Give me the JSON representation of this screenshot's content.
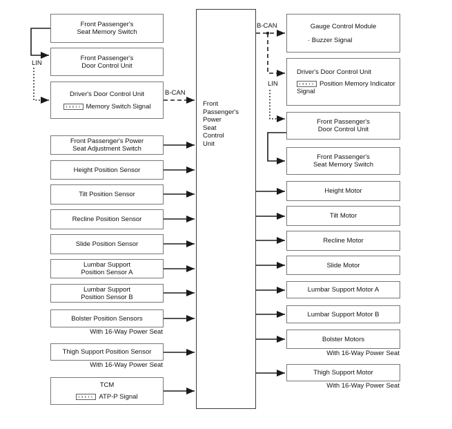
{
  "colors": {
    "background": "#ffffff",
    "wire": "#1a1a1a",
    "box_border": "#767676",
    "center_border": "#3c3c3c",
    "text": "#111111"
  },
  "center_unit": {
    "lines": [
      "Front",
      "Passenger's",
      "Power",
      "Seat",
      "Control",
      "Unit"
    ]
  },
  "bus_labels": {
    "lin_left": "LIN",
    "bcan_left": "B-CAN",
    "bcan_right": "B-CAN",
    "lin_right": "LIN"
  },
  "left": [
    {
      "l1": "Front Passenger's",
      "l2": "Seat Memory Switch"
    },
    {
      "l1": "Front Passenger's",
      "l2": "Door Control Unit"
    },
    {
      "l1": "Driver's Door Control Unit",
      "signal": "Memory Switch Signal"
    },
    {
      "l1": "Front Passenger's Power",
      "l2": "Seat Adjustment Switch"
    },
    {
      "l1": "Height Position Sensor"
    },
    {
      "l1": "Tilt Position Sensor"
    },
    {
      "l1": "Recline Position Sensor"
    },
    {
      "l1": "Slide Position Sensor"
    },
    {
      "l1": "Lumbar Support",
      "l2": "Position Sensor A"
    },
    {
      "l1": "Lumbar Support",
      "l2": "Position Sensor B"
    },
    {
      "l1": "Bolster Position Sensors",
      "note": "With 16-Way Power Seat"
    },
    {
      "l1": "Thigh Support Position Sensor",
      "note": "With 16-Way Power Seat"
    },
    {
      "l1": "TCM",
      "signal": "ATP-P Signal"
    }
  ],
  "right": [
    {
      "l1": "Gauge Control Module",
      "l2": "· Buzzer Signal"
    },
    {
      "l1": "Driver's Door Control Unit",
      "signal_line1": "Position Memory Indicator",
      "signal_line2": "Signal"
    },
    {
      "l1": "Front Passenger's",
      "l2": "Door Control Unit"
    },
    {
      "l1": "Front Passenger's",
      "l2": "Seat Memory Switch"
    },
    {
      "l1": "Height Motor"
    },
    {
      "l1": "Tilt Motor"
    },
    {
      "l1": "Recline Motor"
    },
    {
      "l1": "Slide Motor"
    },
    {
      "l1": "Lumbar Support Motor A"
    },
    {
      "l1": "Lumbar Support Motor B"
    },
    {
      "l1": "Bolster Motors",
      "note": "With 16-Way Power Seat"
    },
    {
      "l1": "Thigh Support Motor",
      "note": "With 16-Way Power Seat"
    }
  ]
}
